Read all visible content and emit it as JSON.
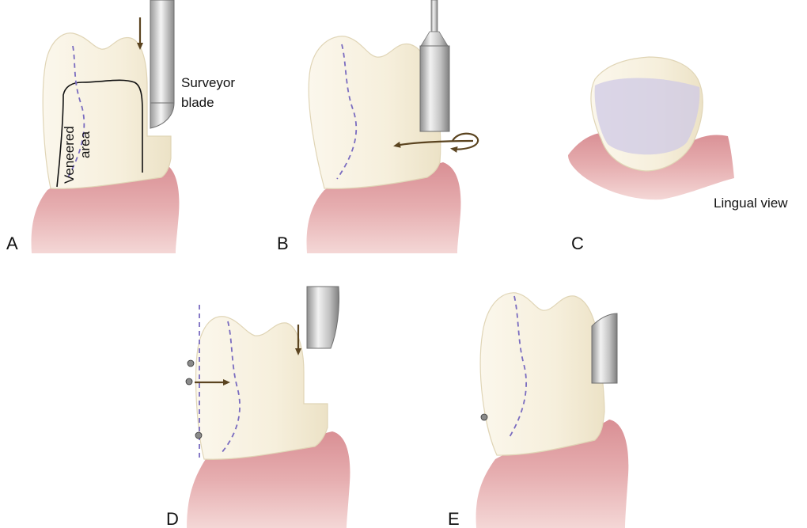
{
  "panels": [
    {
      "letter": "A"
    },
    {
      "letter": "B"
    },
    {
      "letter": "C"
    },
    {
      "letter": "D"
    },
    {
      "letter": "E"
    }
  ],
  "annotations": {
    "surveyor_line1": "Surveyor",
    "surveyor_line2": "blade",
    "veneered_line1": "Veneered",
    "veneered_line2": "area",
    "lingual_view": "Lingual view"
  },
  "colors": {
    "tooth": "#f7f1e1",
    "tooth_edge": "#e3d9bd",
    "gum": "#dc9a9c",
    "gum_dark": "#c97f84",
    "margin_dash": "#7a6cc0",
    "arrow": "#5b4420",
    "metal": "#b8b8b8",
    "veneer_shade": "#cfc9e6",
    "dot": "#8a8a8a"
  }
}
